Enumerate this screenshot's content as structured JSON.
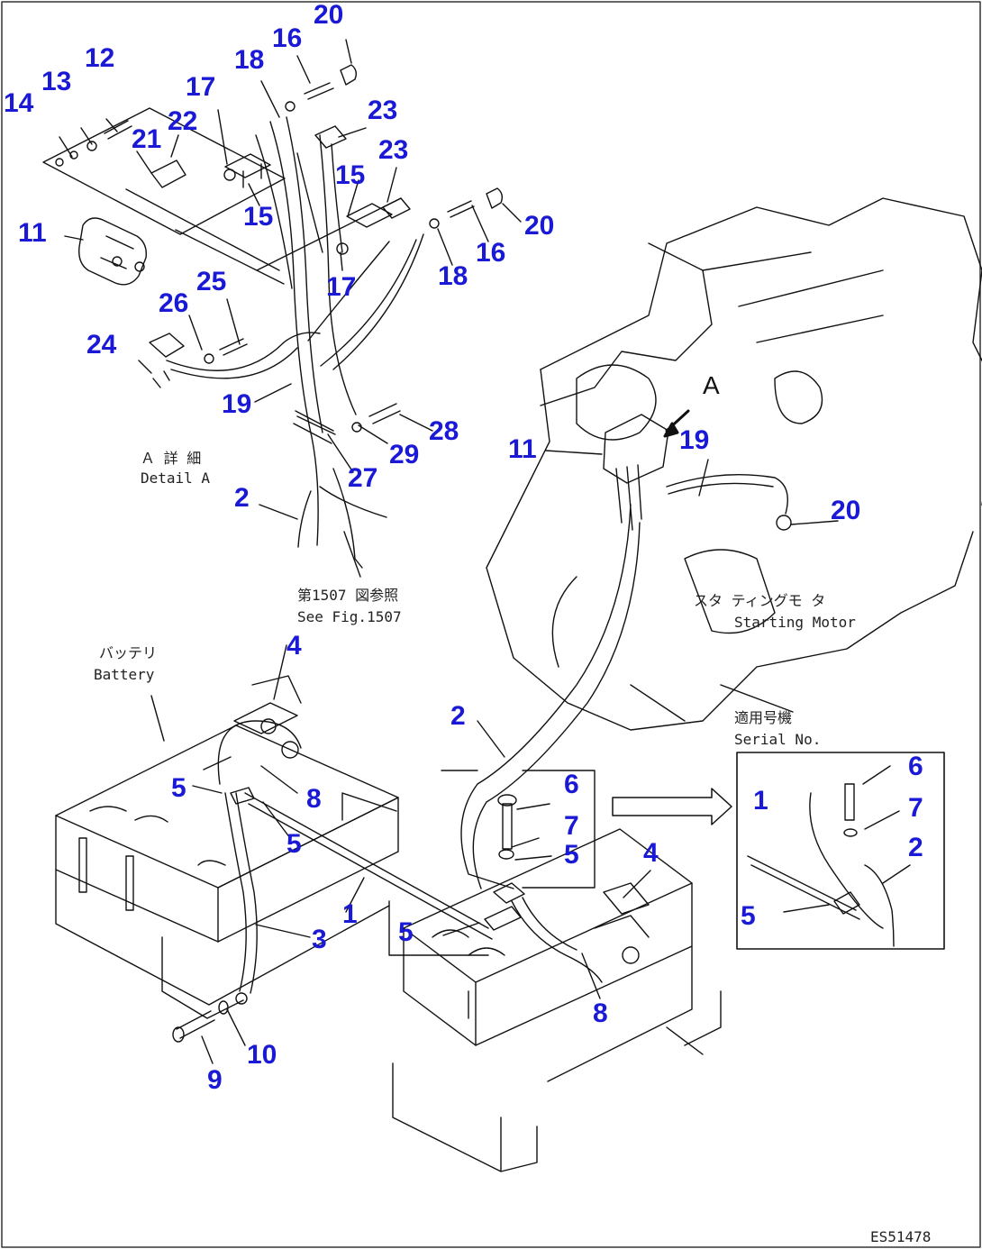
{
  "labels": {
    "detail_jp": "Ａ 詳 細",
    "detail_en": "Detail A",
    "see_fig_jp": "第1507 図参照",
    "see_fig_en": "See Fig.1507",
    "battery_jp": "バッテリ",
    "battery_en": "Battery",
    "starting_motor_jp": "スタ ティングモ タ",
    "starting_motor_en": "Starting Motor",
    "serial_jp": "適用号機",
    "serial_en": "Serial No.",
    "view_a": "A",
    "figure_code": "ES51478"
  },
  "part_numbers": [
    "1",
    "2",
    "3",
    "4",
    "5",
    "6",
    "7",
    "8",
    "9",
    "10",
    "11",
    "12",
    "13",
    "14",
    "15",
    "16",
    "17",
    "18",
    "19",
    "20",
    "21",
    "22",
    "23",
    "24",
    "25",
    "26",
    "27",
    "28",
    "29"
  ],
  "colors": {
    "callout": "#1a1ad6",
    "line": "#111111"
  }
}
